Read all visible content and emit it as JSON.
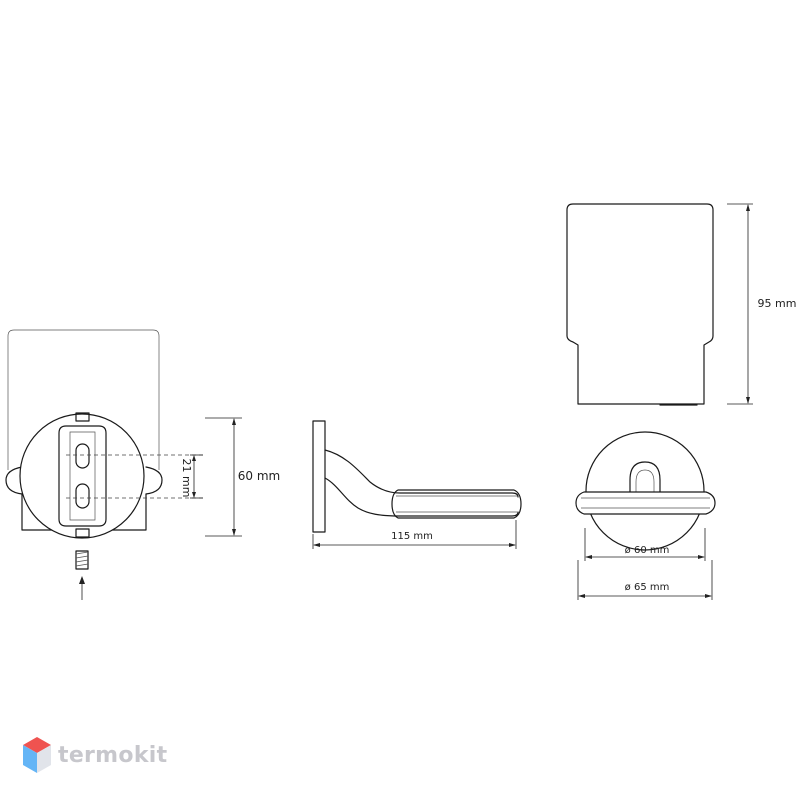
{
  "dimensions": {
    "plate_height": "60 mm",
    "hole_spacing": "21 mm",
    "projection": "115 mm",
    "glass_height": "95 mm",
    "inner_diameter": "ø 60 mm",
    "outer_diameter": "ø 65 mm"
  },
  "logo": {
    "brand": "termokit",
    "colors": {
      "top": "#ef5350",
      "left": "#64b5f6",
      "right": "#e1e4ea"
    }
  }
}
